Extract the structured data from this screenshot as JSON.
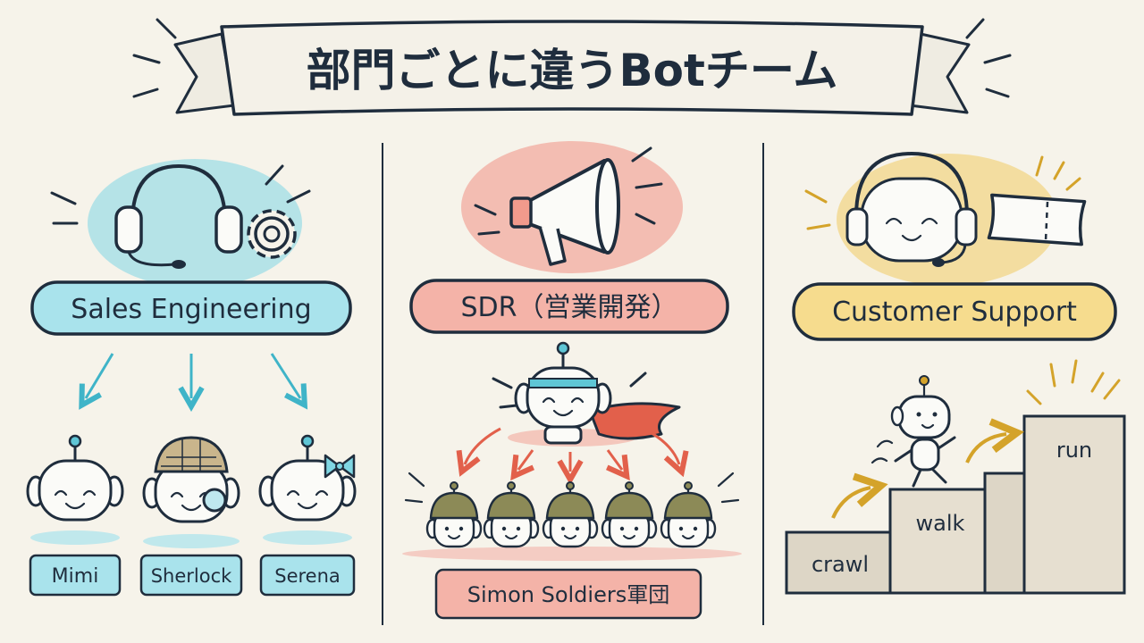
{
  "title": "部門ごとに違うBotチーム",
  "colors": {
    "cyan": "#7fd6e3",
    "salmon": "#f19a8c",
    "yellow": "#f2cf6e",
    "ink": "#1f2d3d",
    "paper": "#f6f3ea",
    "step": "#ddd6c6",
    "arrow_cyan": "#3fb4c8",
    "arrow_red": "#e2604b",
    "arrow_gold": "#d4a32a",
    "helmet": "#8c8a57"
  },
  "columns": [
    {
      "label": "Sales Engineering",
      "icons": [
        "headset-icon",
        "gear-icon"
      ],
      "bots": [
        "Mimi",
        "Sherlock",
        "Serena"
      ]
    },
    {
      "label": "SDR（営業開発）",
      "icons": [
        "megaphone-icon"
      ],
      "leader": "caped-leader-bot",
      "soldier_count": 5,
      "team_label": "Simon Soldiers軍団"
    },
    {
      "label": "Customer Support",
      "icons": [
        "support-bot-headset-icon",
        "ticket-icon"
      ],
      "steps": [
        "crawl",
        "walk",
        "run"
      ]
    }
  ]
}
